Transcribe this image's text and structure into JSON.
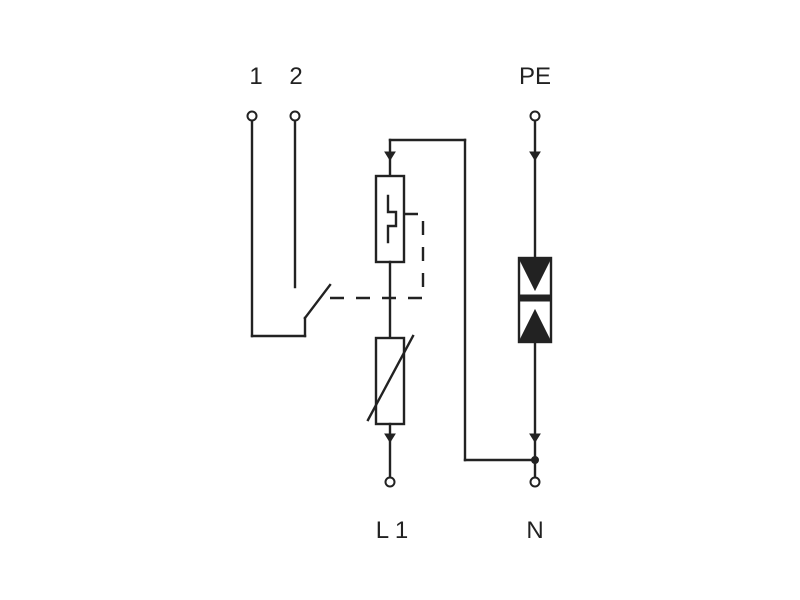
{
  "labels": {
    "terminal_1": "1",
    "terminal_2": "2",
    "terminal_pe": "PE",
    "terminal_l1": "L 1",
    "terminal_n": "N"
  },
  "colors": {
    "line": "#222222",
    "background": "#ffffff"
  }
}
